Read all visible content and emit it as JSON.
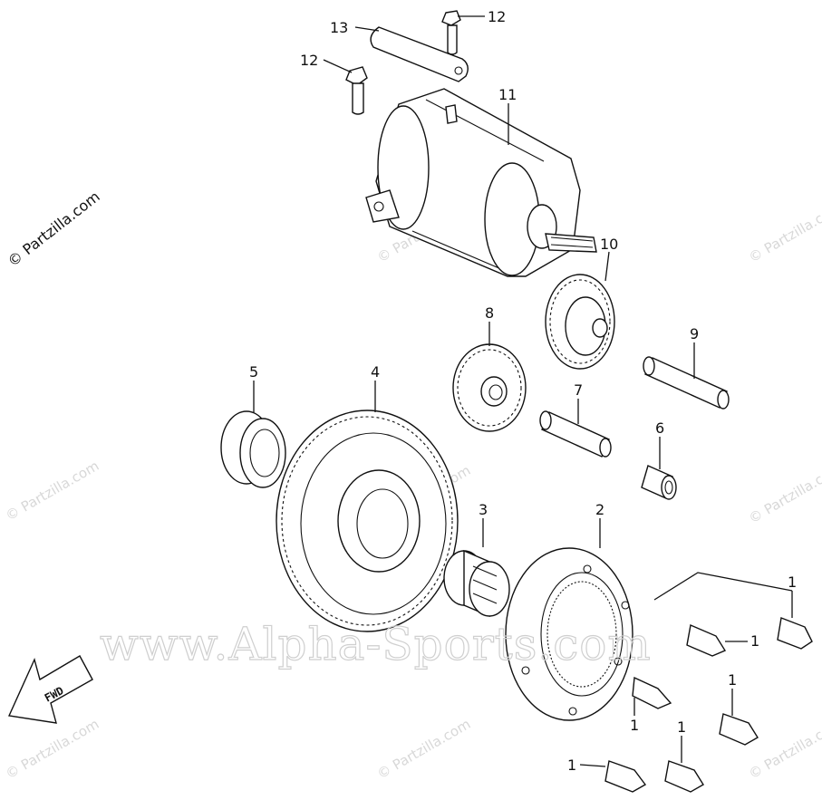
{
  "diagram": {
    "callouts": [
      {
        "id": "c13",
        "label": "13"
      },
      {
        "id": "c12a",
        "label": "12"
      },
      {
        "id": "c12b",
        "label": "12"
      },
      {
        "id": "c11",
        "label": "11"
      },
      {
        "id": "c10",
        "label": "10"
      },
      {
        "id": "c9",
        "label": "9"
      },
      {
        "id": "c8",
        "label": "8"
      },
      {
        "id": "c7",
        "label": "7"
      },
      {
        "id": "c6",
        "label": "6"
      },
      {
        "id": "c5",
        "label": "5"
      },
      {
        "id": "c4",
        "label": "4"
      },
      {
        "id": "c3",
        "label": "3"
      },
      {
        "id": "c2",
        "label": "2"
      },
      {
        "id": "c1a",
        "label": "1"
      },
      {
        "id": "c1b",
        "label": "1"
      },
      {
        "id": "c1c",
        "label": "1"
      },
      {
        "id": "c1d",
        "label": "1"
      },
      {
        "id": "c1e",
        "label": "1"
      },
      {
        "id": "c1f",
        "label": "1"
      }
    ],
    "fwd_arrow_text": "FWD"
  },
  "watermarks": {
    "side": "© Partzilla.com",
    "tile": "© Partzilla.com",
    "main": "www.Alpha-Sports.com"
  },
  "colors": {
    "line": "#111111",
    "watermark": "#d8d8d8",
    "background": "#ffffff"
  }
}
